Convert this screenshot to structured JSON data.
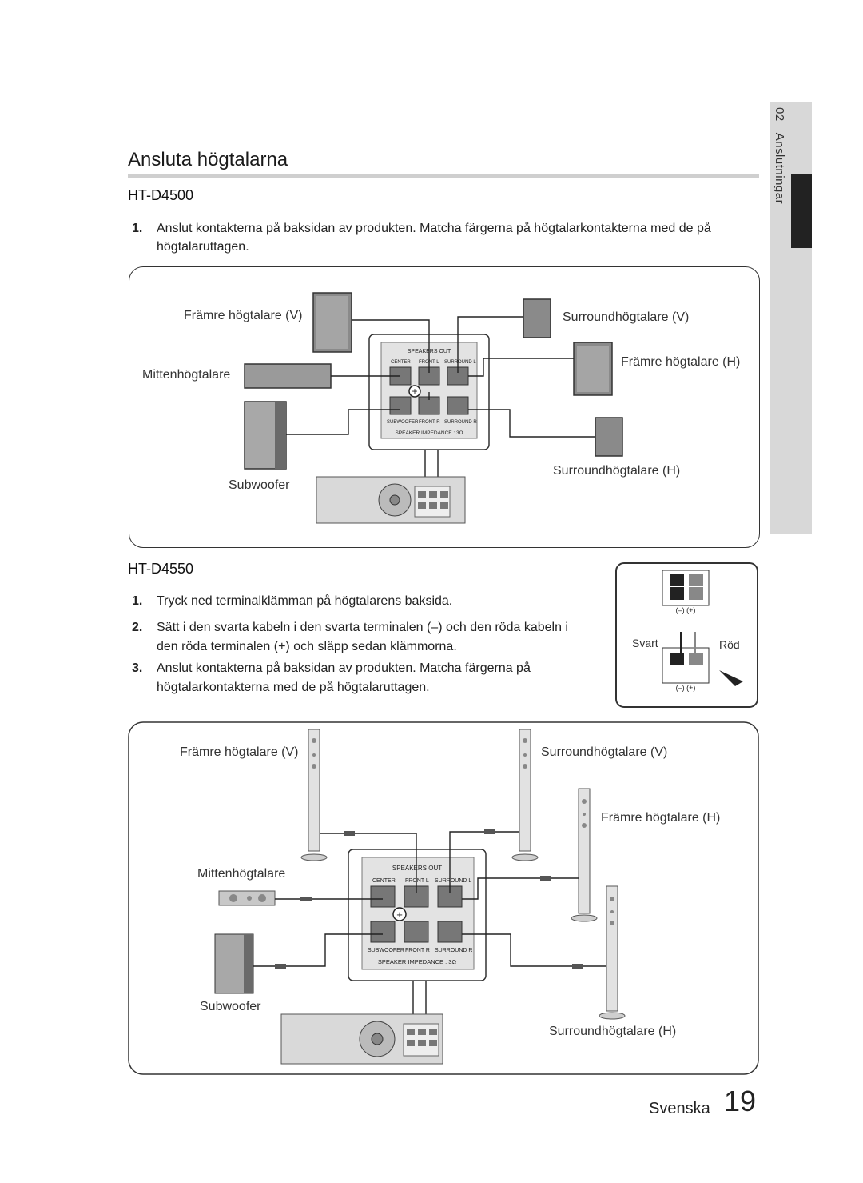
{
  "section": {
    "title": "Ansluta högtalarna",
    "side_tab_number": "02",
    "side_tab_label": "Anslutningar"
  },
  "model_a": {
    "name": "HT-D4500",
    "steps": [
      {
        "num": "1.",
        "line1": "Anslut kontakterna på baksidan av produkten. Matcha färgerna på högtalarkontakterna med de på",
        "line2": "högtalaruttagen."
      }
    ],
    "labels": {
      "front_left": "Främre högtalare (V)",
      "center": "Mittenhögtalare",
      "subwoofer": "Subwoofer",
      "surround_left": "Surroundhögtalare (V)",
      "front_right": "Främre högtalare (H)",
      "surround_right": "Surroundhögtalare (H)"
    }
  },
  "model_b": {
    "name": "HT-D4550",
    "steps": [
      {
        "num": "1.",
        "line1": "Tryck ned terminalklämman på högtalarens baksida.",
        "line2": ""
      },
      {
        "num": "2.",
        "line1": "Sätt i den svarta kabeln i den svarta terminalen (–) och den röda kabeln i",
        "line2": "den röda terminalen (+) och släpp sedan klämmorna."
      },
      {
        "num": "3.",
        "line1": "Anslut kontakterna på baksidan av produkten. Matcha färgerna på",
        "line2": "högtalarkontakterna med de på högtalaruttagen."
      }
    ],
    "labels": {
      "front_left": "Främre högtalare (V)",
      "center": "Mittenhögtalare",
      "subwoofer": "Subwoofer",
      "surround_left": "Surroundhögtalare (V)",
      "front_right": "Främre högtalare (H)",
      "surround_right": "Surroundhögtalare (H)"
    }
  },
  "terminal_inset": {
    "black_label": "Svart",
    "red_label": "Röd",
    "polarity": "(–) (+)"
  },
  "panel": {
    "speakers_out": "SPEAKERS OUT",
    "center": "CENTER",
    "front_l": "FRONT L",
    "surround_l": "SURROUND L",
    "subwoofer": "SUBWOOFER",
    "front_r": "FRONT R",
    "surround_r": "SURROUND R",
    "impedance": "SPEAKER IMPEDANCE : 3Ω"
  },
  "footer": {
    "language": "Svenska",
    "page_number": "19"
  }
}
